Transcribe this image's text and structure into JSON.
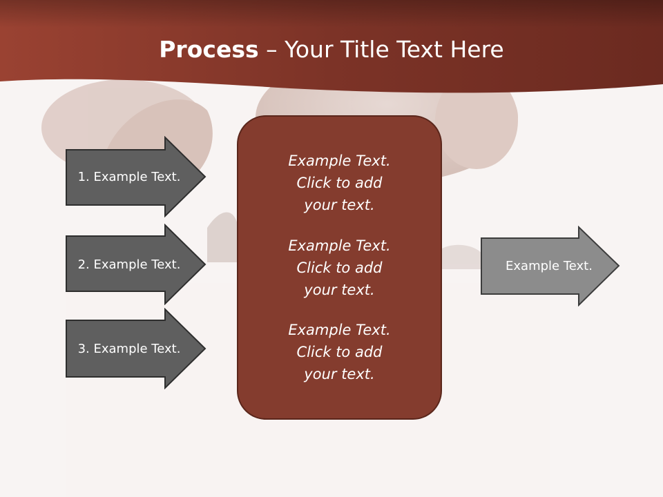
{
  "title": {
    "bold": "Process",
    "rest": " – Your Title Text Here"
  },
  "left_steps": [
    {
      "label": "1. Example Text."
    },
    {
      "label": "2. Example Text."
    },
    {
      "label": "3. Example Text."
    }
  ],
  "center_blocks": [
    {
      "lines": [
        "Example Text.",
        "Click  to add",
        "your text."
      ]
    },
    {
      "lines": [
        "Example Text.",
        "Click  to add",
        "your text."
      ]
    },
    {
      "lines": [
        "Example Text.",
        "Click  to add",
        "your text."
      ]
    }
  ],
  "result": {
    "label": "Example Text."
  },
  "colors": {
    "header_band": "#7f3428",
    "left_arrow_fill": "#5f5f5f",
    "right_arrow_fill": "#8c8c8c",
    "center_box_fill": "#843c2e",
    "background": "#f8f4f3"
  },
  "icons": {
    "background_image": "mushroom-photo-image"
  }
}
